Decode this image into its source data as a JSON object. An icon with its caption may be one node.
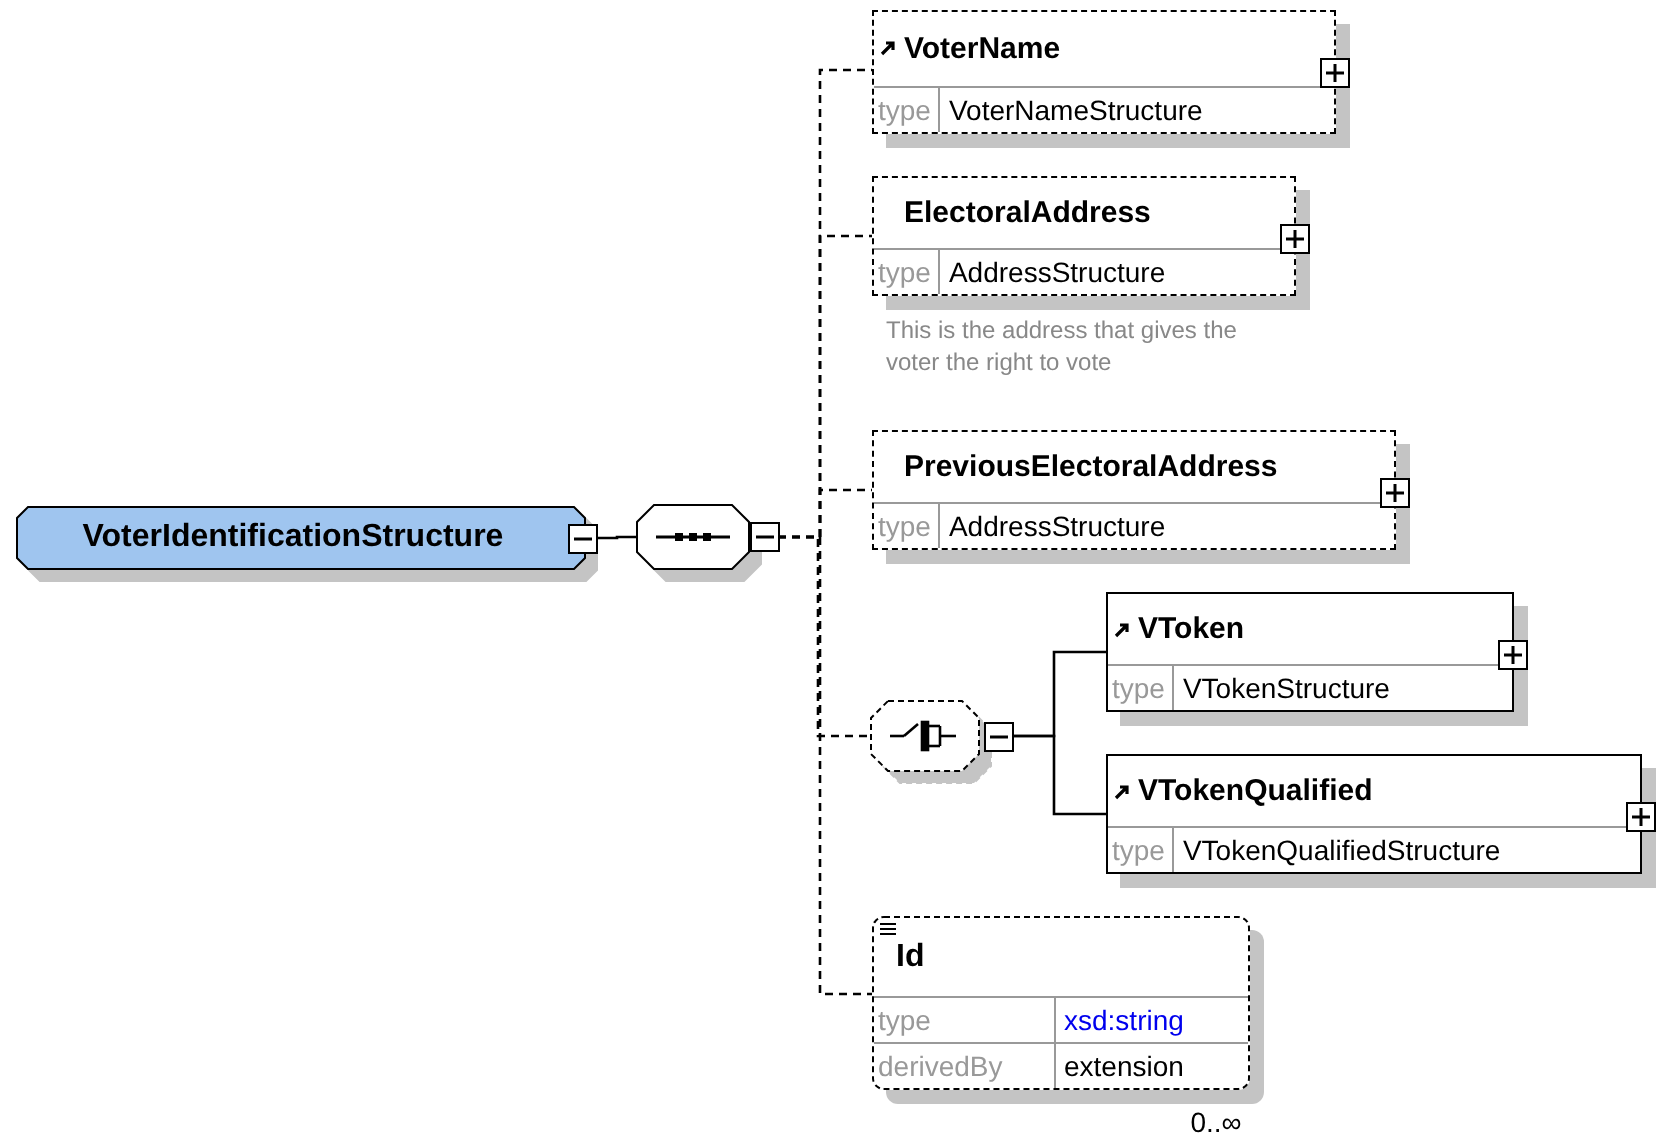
{
  "diagram": {
    "nodes": [
      {
        "text": [
          "VoterIdentificationStructure"
        ]
      },
      {
        "text": [],
        "shape": "octagon"
      },
      {
        "text": [
          "VoterName",
          "type",
          "VoterNameStructure"
        ]
      },
      {
        "text": [
          "ElectoralAddress",
          "type",
          "AddressStructure"
        ],
        "beside": [
          "This is the address that gives the voter the right to vote"
        ]
      },
      {
        "text": [
          "PreviousElectoralAddress",
          "type",
          "AddressStructure"
        ]
      },
      {
        "text": [],
        "shape": "octagon"
      },
      {
        "text": [
          "VToken",
          "type",
          "VTokenStructure"
        ]
      },
      {
        "text": [
          "VTokenQualified",
          "type",
          "VTokenQualifiedStructure"
        ]
      },
      {
        "text": [
          "Id",
          "type",
          "xsd:string",
          "derivedBy",
          "extension"
        ],
        "beside": [
          "0..∞"
        ]
      }
    ],
    "edges": [
      {
        "from": 0,
        "to": 1,
        "arrow": "none"
      },
      {
        "from": 1,
        "to": 2,
        "arrow": "none",
        "style": "dashed"
      },
      {
        "from": 1,
        "to": 3,
        "arrow": "none",
        "style": "dashed"
      },
      {
        "from": 1,
        "to": 4,
        "arrow": "none",
        "style": "dashed"
      },
      {
        "from": 1,
        "to": 5,
        "arrow": "none",
        "style": "dashed"
      },
      {
        "from": 1,
        "to": 8,
        "arrow": "none",
        "style": "dashed"
      },
      {
        "from": 5,
        "to": 6,
        "arrow": "none"
      },
      {
        "from": 5,
        "to": 7,
        "arrow": "none"
      }
    ]
  }
}
